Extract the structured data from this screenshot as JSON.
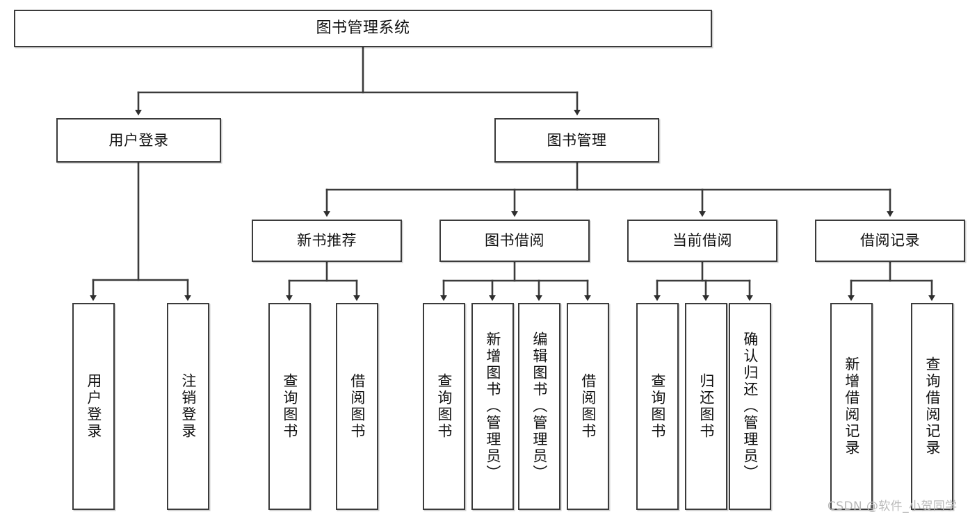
{
  "diagram": {
    "type": "tree-hierarchy-chart",
    "title": "图书管理系统",
    "background": "#ffffff",
    "line_color": "#3b3b3b",
    "text_color": "#111111",
    "watermark": "CSDN @软件_小贺同学"
  },
  "nodes": {
    "root": {
      "label": "图书管理系统"
    },
    "level2": [
      {
        "id": "user-login",
        "label": "用户登录"
      },
      {
        "id": "book-management",
        "label": "图书管理"
      }
    ],
    "level3": [
      {
        "id": "new-book-recommend",
        "label": "新书推荐"
      },
      {
        "id": "book-borrow",
        "label": "图书借阅"
      },
      {
        "id": "current-borrow",
        "label": "当前借阅"
      },
      {
        "id": "borrow-record",
        "label": "借阅记录"
      }
    ],
    "leaves": {
      "user_login": [
        {
          "id": "leaf-user-login",
          "label": "用户登录"
        },
        {
          "id": "leaf-user-logout",
          "label": "注销登录"
        }
      ],
      "new_book_recommend": [
        {
          "id": "leaf-query-book-1",
          "label": "查询图书"
        },
        {
          "id": "leaf-borrow-book-1",
          "label": "借阅图书"
        }
      ],
      "book_borrow": [
        {
          "id": "leaf-query-book-2",
          "label": "查询图书"
        },
        {
          "id": "leaf-add-book",
          "label": "新增图书（管理员）"
        },
        {
          "id": "leaf-edit-book",
          "label": "编辑图书（管理员）"
        },
        {
          "id": "leaf-borrow-book-2",
          "label": "借阅图书"
        }
      ],
      "current_borrow": [
        {
          "id": "leaf-query-book-3",
          "label": "查询图书"
        },
        {
          "id": "leaf-return-book",
          "label": "归还图书"
        },
        {
          "id": "leaf-confirm-return",
          "label": "确认归还（管理员）"
        }
      ],
      "borrow_record": [
        {
          "id": "leaf-add-record",
          "label": "新增借阅记录"
        },
        {
          "id": "leaf-query-record",
          "label": "查询借阅记录"
        }
      ]
    }
  }
}
